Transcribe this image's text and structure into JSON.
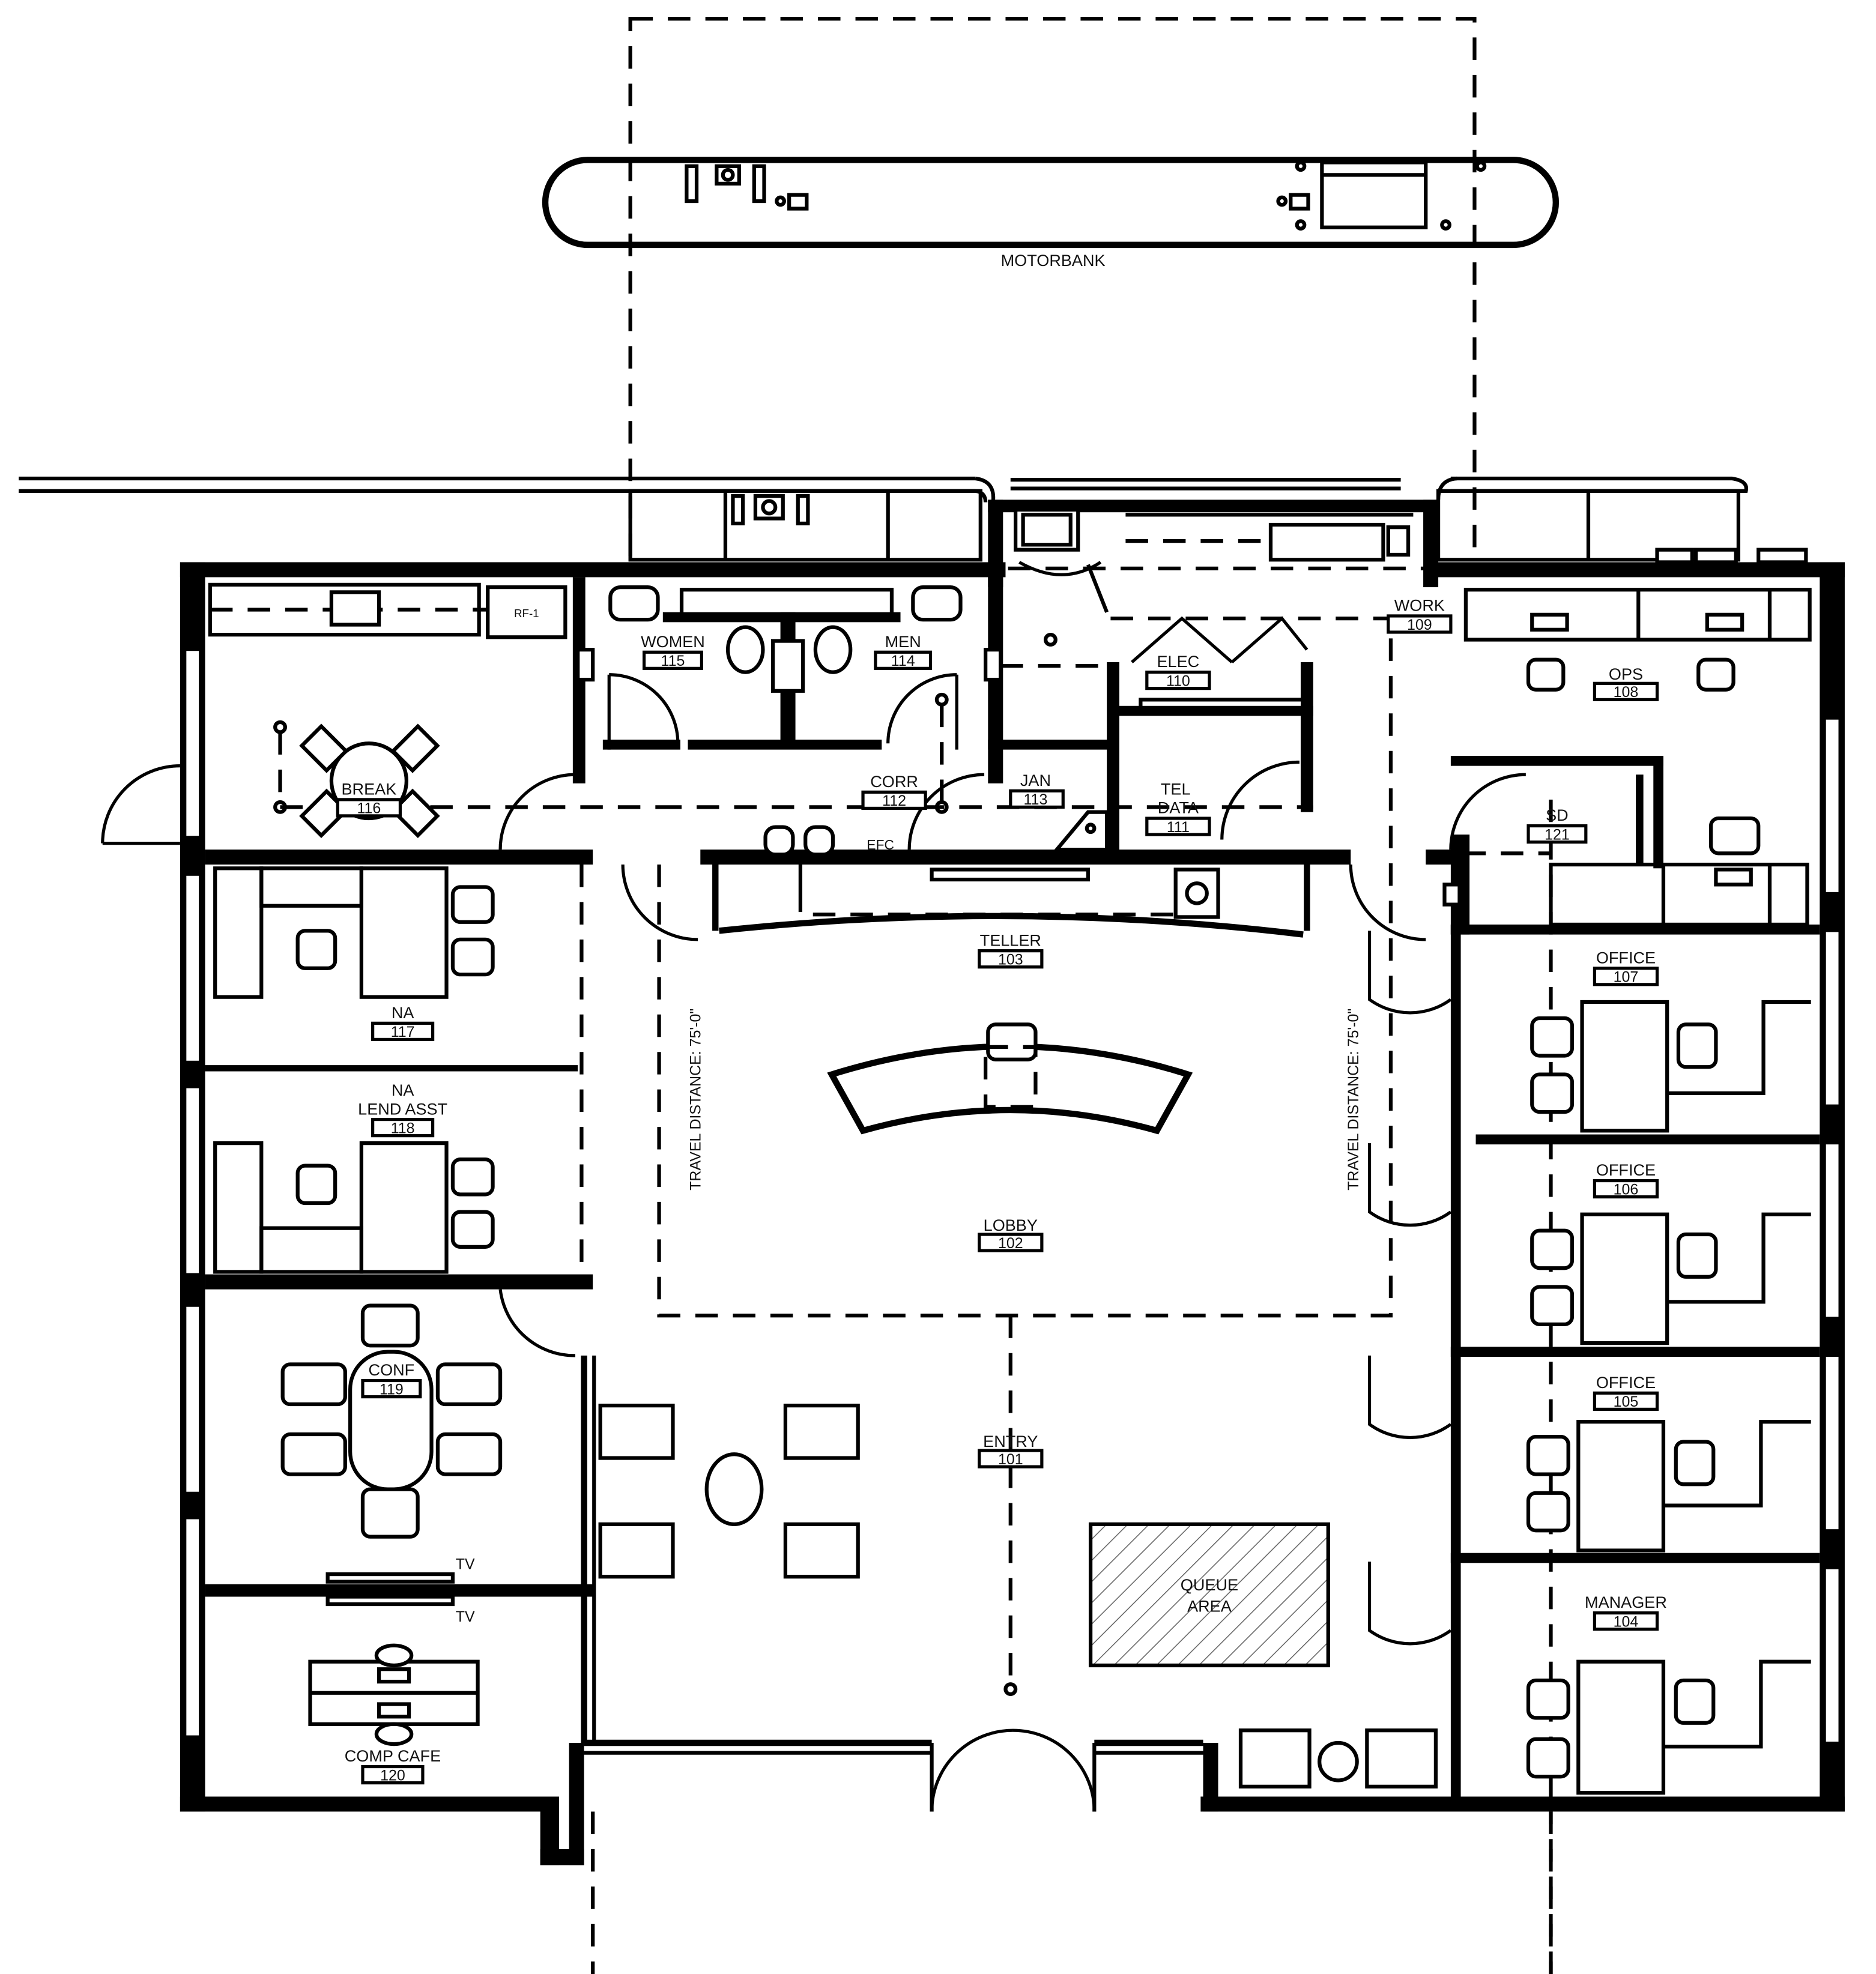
{
  "drawing": {
    "motorbank_label": "MOTORBANK",
    "travel_left": "TRAVEL DISTANCE: 75'-0\"",
    "travel_right": "TRAVEL DISTANCE: 75'-0\"",
    "queue_label_1": "QUEUE",
    "queue_label_2": "AREA",
    "tv_label_top": "TV",
    "tv_label_bottom": "TV",
    "efc_label": "EFC",
    "rf_label": "RF-1"
  },
  "rooms": [
    {
      "name": "ENTRY",
      "number": "101"
    },
    {
      "name": "LOBBY",
      "number": "102"
    },
    {
      "name": "TELLER",
      "number": "103"
    },
    {
      "name": "MANAGER",
      "number": "104"
    },
    {
      "name": "OFFICE",
      "number": "105"
    },
    {
      "name": "OFFICE",
      "number": "106"
    },
    {
      "name": "OFFICE",
      "number": "107"
    },
    {
      "name": "OPS",
      "number": "108"
    },
    {
      "name": "WORK",
      "number": "109"
    },
    {
      "name": "ELEC",
      "number": "110"
    },
    {
      "name": "TEL DATA",
      "name_line1": "TEL",
      "name_line2": "DATA",
      "number": "111"
    },
    {
      "name": "CORR",
      "number": "112"
    },
    {
      "name": "JAN",
      "number": "113"
    },
    {
      "name": "MEN",
      "number": "114"
    },
    {
      "name": "WOMEN",
      "number": "115"
    },
    {
      "name": "BREAK",
      "number": "116"
    },
    {
      "name": "NA",
      "number": "117"
    },
    {
      "name": "NA LEND ASST",
      "name_line1": "NA",
      "name_line2": "LEND ASST",
      "number": "118"
    },
    {
      "name": "CONF",
      "number": "119"
    },
    {
      "name": "COMP CAFE",
      "number": "120"
    },
    {
      "name": "SD",
      "number": "121"
    }
  ]
}
